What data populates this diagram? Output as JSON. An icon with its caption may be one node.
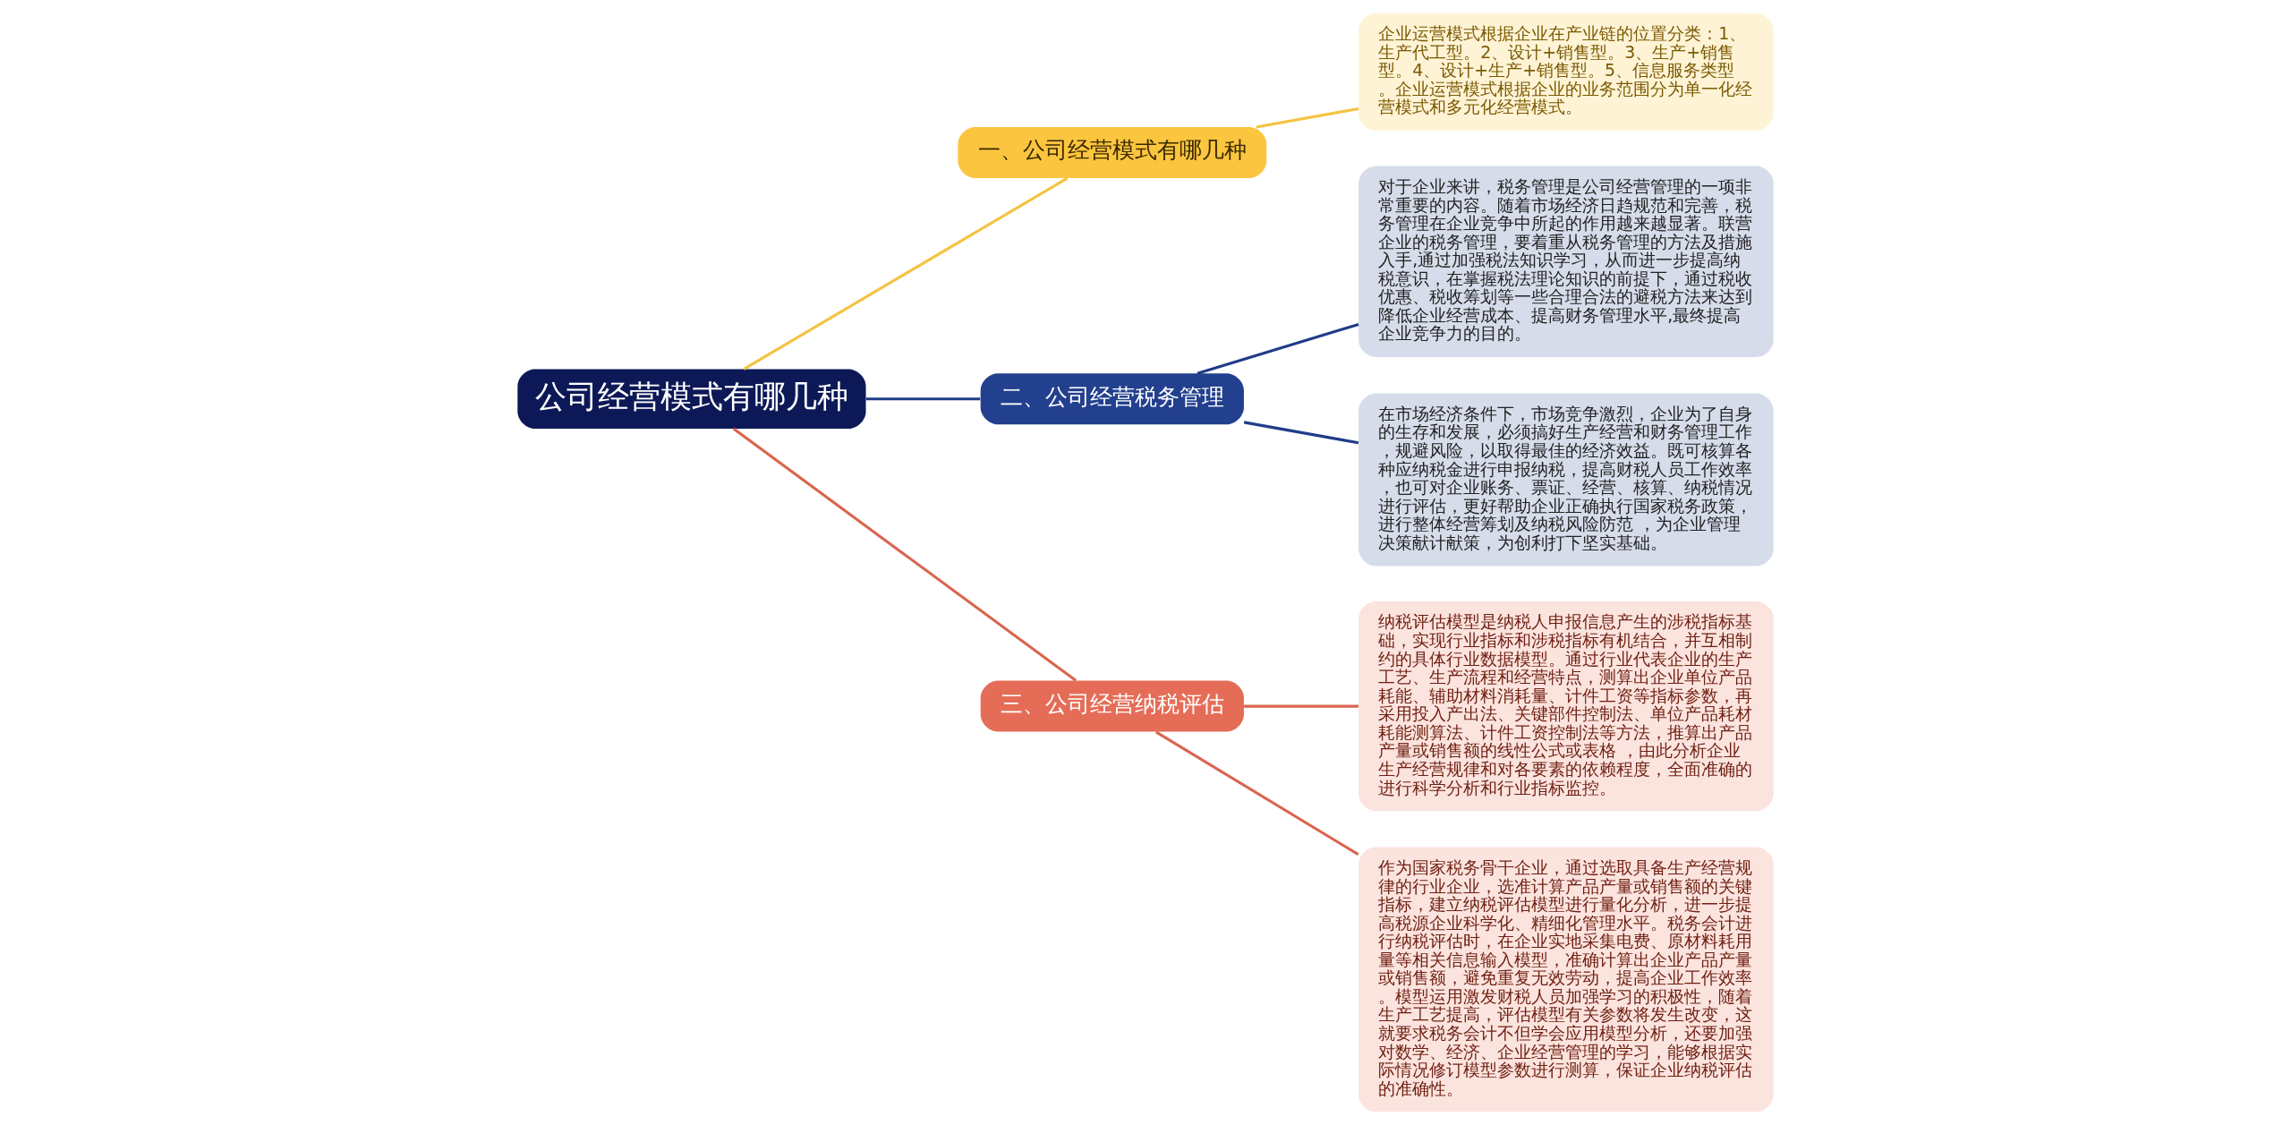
{
  "diagram": {
    "nodes": [
      {
        "text": [
          "公司经营模式有哪几种"
        ]
      },
      {
        "text": [
          "一、公司经营模式有哪几种"
        ]
      },
      {
        "text": [
          "企业运营模式根据企业在产业链的位置分类：1、生产代工型。2、设计+销售型。3、生产+销售型。4、设计+生产+销售型。5、信息服务类型。企业运营模式根据企业的业务范围分为单一化经营模式和多元化经营模式。"
        ]
      },
      {
        "text": [
          "二、公司经营税务管理"
        ]
      },
      {
        "text": [
          "对于企业来讲，税务管理是公司经营管理的一项非常重要的内容。随着市场经济日趋规范和完善，税务管理在企业竞争中所起的作用越来越显著。联营企业的税务管理，要着重从税务管理的方法及措施入手,通过加强税法知识学习，从而进一步提高纳税意识，在掌握税法理论知识的前提下，通过税收优惠、税收筹划等一些合理合法的避税方法来达到降低企业经营成本、提高财务管理水平,最终提高企业竞争力的目的。"
        ]
      },
      {
        "text": [
          "在市场经济条件下，市场竞争激烈，企业为了自身的生存和发展，必须搞好生产经营和财务管理工作，规避风险，以取得最佳的经济效益。既可核算各种应纳税金进行申报纳税，提高财税人员工作效率，也可对企业账务、票证、经营、核算、纳税情况进行评估，更好帮助企业正确执行国家税务政策，进行整体经营筹划及纳税风险防范 ，为企业管理决策献计献策，为创利打下坚实基础。"
        ]
      },
      {
        "text": [
          "三、公司经营纳税评估"
        ]
      },
      {
        "text": [
          "纳税评估模型是纳税人申报信息产生的涉税指标基础，实现行业指标和涉税指标有机结合，并互相制约的具体行业数据模型。通过行业代表企业的生产工艺、生产流程和经营特点，测算出企业单位产品耗能、辅助材料消耗量、计件工资等指标参数，再采用投入产出法、关键部件控制法、单位产品耗材耗能测算法、计件工资控制法等方法，推算出产品产量或销售额的线性公式或表格 ，由此分析企业生产经营规律和对各要素的依赖程度，全面准确的进行科学分析和行业指标监控。"
        ]
      },
      {
        "text": [
          "作为国家税务骨干企业，通过选取具备生产经营规律的行业企业，选准计算产品产量或销售额的关键指标，建立纳税评估模型进行量化分析，进一步提高税源企业科学化、精细化管理水平。税务会计进行纳税评估时，在企业实地采集电费、原材料耗用量等相关信息输入模型，准确计算出企业产品产量或销售额，避免重复无效劳动，提高企业工作效率。模型运用激发财税人员加强学习的积极性，随着生产工艺提高，评估模型有关参数将发生改变，这就要求税务会计不但学会应用模型分析，还要加强对数学、经济、企业经营管理的学习，能够根据实际情况修订模型参数进行测算，保证企业纳税评估的准确性。"
        ]
      }
    ],
    "edges": [
      {
        "from": 0,
        "to": 1,
        "arrow": "none",
        "color": "#f5c342"
      },
      {
        "from": 1,
        "to": 2,
        "arrow": "none",
        "color": "#f5c342"
      },
      {
        "from": 0,
        "to": 3,
        "arrow": "none",
        "color": "#1f3c88"
      },
      {
        "from": 3,
        "to": 4,
        "arrow": "none",
        "color": "#1f3c88"
      },
      {
        "from": 3,
        "to": 5,
        "arrow": "none",
        "color": "#1f3c88"
      },
      {
        "from": 0,
        "to": 6,
        "arrow": "none",
        "color": "#d9654f"
      },
      {
        "from": 6,
        "to": 7,
        "arrow": "none",
        "color": "#d9654f"
      },
      {
        "from": 6,
        "to": 8,
        "arrow": "none",
        "color": "#d9654f"
      }
    ]
  }
}
